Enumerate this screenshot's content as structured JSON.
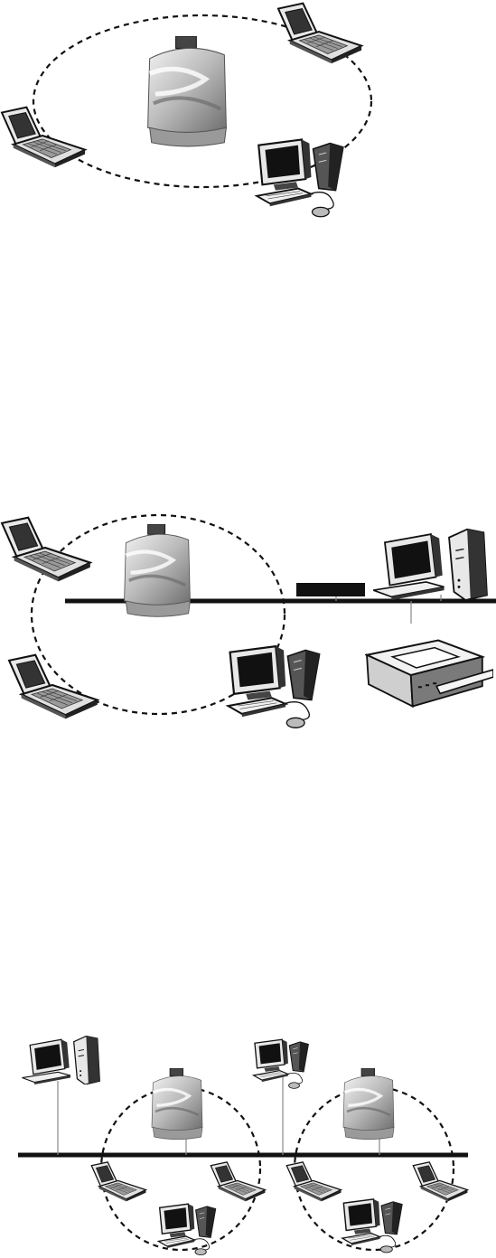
{
  "diagrams": [
    {
      "id": "ad-hoc-wireless-network",
      "devices": [
        "access-point",
        "laptop",
        "laptop",
        "desktop-computer"
      ]
    },
    {
      "id": "infrastructure-wireless-network",
      "devices": [
        "access-point",
        "laptop",
        "laptop",
        "desktop-computer",
        "server",
        "printer",
        "hub"
      ]
    },
    {
      "id": "multi-cell-roaming-network",
      "devices": [
        "access-point",
        "access-point",
        "server",
        "desktop-computer",
        "desktop-computer",
        "desktop-computer",
        "laptop",
        "laptop",
        "laptop",
        "laptop"
      ]
    }
  ],
  "colors": {
    "line": "#111111",
    "device_dark": "#222222",
    "device_mid": "#8a8a8a",
    "device_light": "#e6e6e6"
  },
  "icons": [
    "laptop-icon",
    "desktop-computer-icon",
    "access-point-icon",
    "server-icon",
    "printer-icon",
    "hub-icon"
  ]
}
